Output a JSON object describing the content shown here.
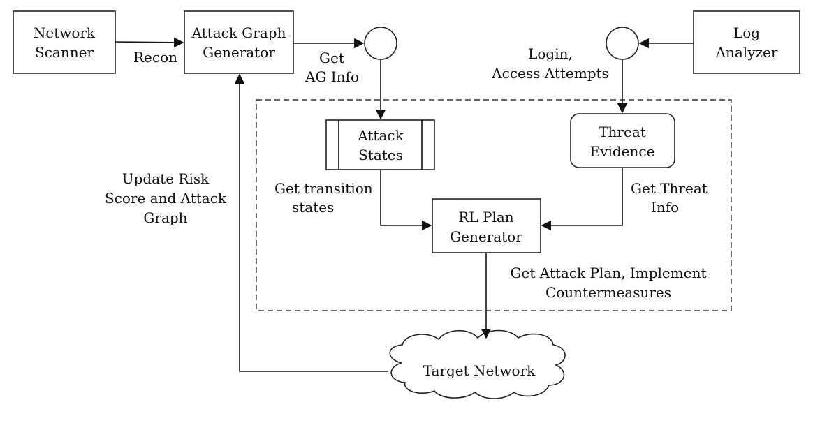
{
  "nodes": {
    "network_scanner": [
      "Network",
      "Scanner"
    ],
    "attack_graph_generator": [
      "Attack Graph",
      "Generator"
    ],
    "log_analyzer": [
      "Log",
      "Analyzer"
    ],
    "attack_states": [
      "Attack",
      "States"
    ],
    "threat_evidence": [
      "Threat",
      "Evidence"
    ],
    "rl_plan_generator": [
      "RL Plan",
      "Generator"
    ],
    "target_network": "Target Network"
  },
  "edges": {
    "recon": "Recon",
    "get_ag_info": [
      "Get",
      "AG Info"
    ],
    "login_access": [
      "Login,",
      "Access Attempts"
    ],
    "get_transition_states": [
      "Get transition",
      "states"
    ],
    "get_threat_info": [
      "Get Threat",
      "Info"
    ],
    "get_attack_plan": [
      "Get Attack Plan, Implement",
      "Countermeasures"
    ],
    "update_risk": [
      "Update Risk",
      "Score and Attack",
      "Graph"
    ]
  }
}
